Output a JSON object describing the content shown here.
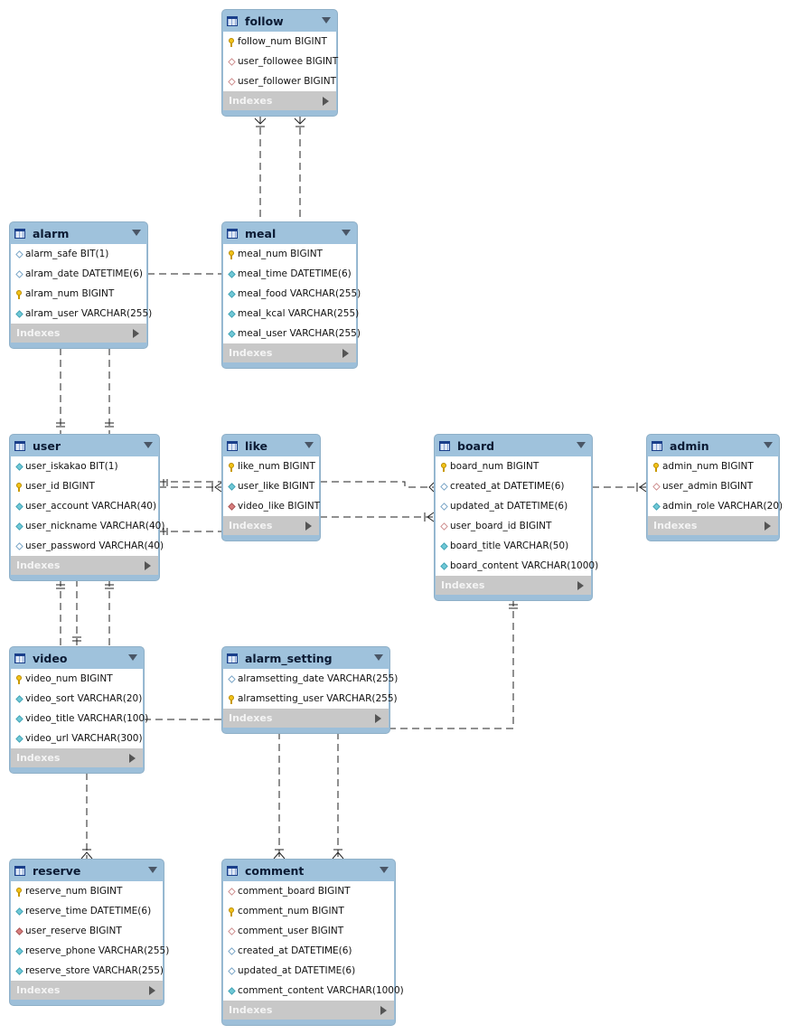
{
  "tables": {
    "follow": {
      "name": "follow",
      "columns": [
        {
          "icon": "key",
          "text": "follow_num BIGINT"
        },
        {
          "icon": "diamond-red",
          "text": "user_followee BIGINT"
        },
        {
          "icon": "diamond-red",
          "text": "user_follower BIGINT"
        }
      ],
      "indexes": "Indexes"
    },
    "alarm": {
      "name": "alarm",
      "columns": [
        {
          "icon": "diamond-empty",
          "text": "alarm_safe BIT(1)"
        },
        {
          "icon": "diamond-empty",
          "text": "alram_date DATETIME(6)"
        },
        {
          "icon": "key",
          "text": "alram_num BIGINT"
        },
        {
          "icon": "diamond-filled",
          "text": "alram_user VARCHAR(255)"
        }
      ],
      "indexes": "Indexes"
    },
    "meal": {
      "name": "meal",
      "columns": [
        {
          "icon": "key",
          "text": "meal_num BIGINT"
        },
        {
          "icon": "diamond-filled",
          "text": "meal_time DATETIME(6)"
        },
        {
          "icon": "diamond-filled",
          "text": "meal_food VARCHAR(255)"
        },
        {
          "icon": "diamond-filled",
          "text": "meal_kcal VARCHAR(255)"
        },
        {
          "icon": "diamond-filled",
          "text": "meal_user VARCHAR(255)"
        }
      ],
      "indexes": "Indexes"
    },
    "user": {
      "name": "user",
      "columns": [
        {
          "icon": "diamond-filled",
          "text": "user_iskakao BIT(1)"
        },
        {
          "icon": "key",
          "text": "user_id BIGINT"
        },
        {
          "icon": "diamond-filled",
          "text": "user_account VARCHAR(40)"
        },
        {
          "icon": "diamond-filled",
          "text": "user_nickname VARCHAR(40)"
        },
        {
          "icon": "diamond-empty",
          "text": "user_password VARCHAR(40)"
        }
      ],
      "indexes": "Indexes"
    },
    "like": {
      "name": "like",
      "columns": [
        {
          "icon": "key",
          "text": "like_num BIGINT"
        },
        {
          "icon": "diamond-filled",
          "text": "user_like BIGINT"
        },
        {
          "icon": "diamond-red-filled",
          "text": "video_like BIGINT"
        }
      ],
      "indexes": "Indexes"
    },
    "board": {
      "name": "board",
      "columns": [
        {
          "icon": "key",
          "text": "board_num BIGINT"
        },
        {
          "icon": "diamond-empty",
          "text": "created_at DATETIME(6)"
        },
        {
          "icon": "diamond-empty",
          "text": "updated_at DATETIME(6)"
        },
        {
          "icon": "diamond-red",
          "text": "user_board_id BIGINT"
        },
        {
          "icon": "diamond-filled",
          "text": "board_title VARCHAR(50)"
        },
        {
          "icon": "diamond-filled",
          "text": "board_content VARCHAR(1000)"
        }
      ],
      "indexes": "Indexes"
    },
    "admin": {
      "name": "admin",
      "columns": [
        {
          "icon": "key",
          "text": "admin_num BIGINT"
        },
        {
          "icon": "diamond-red",
          "text": "user_admin BIGINT"
        },
        {
          "icon": "diamond-filled",
          "text": "admin_role VARCHAR(20)"
        }
      ],
      "indexes": "Indexes"
    },
    "video": {
      "name": "video",
      "columns": [
        {
          "icon": "key",
          "text": "video_num BIGINT"
        },
        {
          "icon": "diamond-filled",
          "text": "video_sort VARCHAR(20)"
        },
        {
          "icon": "diamond-filled",
          "text": "video_title VARCHAR(100)"
        },
        {
          "icon": "diamond-filled",
          "text": "video_url VARCHAR(300)"
        }
      ],
      "indexes": "Indexes"
    },
    "alarm_setting": {
      "name": "alarm_setting",
      "columns": [
        {
          "icon": "diamond-empty",
          "text": "alramsetting_date VARCHAR(255)"
        },
        {
          "icon": "key",
          "text": "alramsetting_user VARCHAR(255)"
        }
      ],
      "indexes": "Indexes"
    },
    "reserve": {
      "name": "reserve",
      "columns": [
        {
          "icon": "key",
          "text": "reserve_num BIGINT"
        },
        {
          "icon": "diamond-filled",
          "text": "reserve_time DATETIME(6)"
        },
        {
          "icon": "diamond-red-filled",
          "text": "user_reserve BIGINT"
        },
        {
          "icon": "diamond-filled",
          "text": "reserve_phone VARCHAR(255)"
        },
        {
          "icon": "diamond-filled",
          "text": "reserve_store VARCHAR(255)"
        }
      ],
      "indexes": "Indexes"
    },
    "comment": {
      "name": "comment",
      "columns": [
        {
          "icon": "diamond-red",
          "text": "comment_board BIGINT"
        },
        {
          "icon": "key",
          "text": "comment_num BIGINT"
        },
        {
          "icon": "diamond-red",
          "text": "comment_user BIGINT"
        },
        {
          "icon": "diamond-empty",
          "text": "created_at DATETIME(6)"
        },
        {
          "icon": "diamond-empty",
          "text": "updated_at DATETIME(6)"
        },
        {
          "icon": "diamond-filled",
          "text": "comment_content VARCHAR(1000)"
        }
      ],
      "indexes": "Indexes"
    }
  }
}
